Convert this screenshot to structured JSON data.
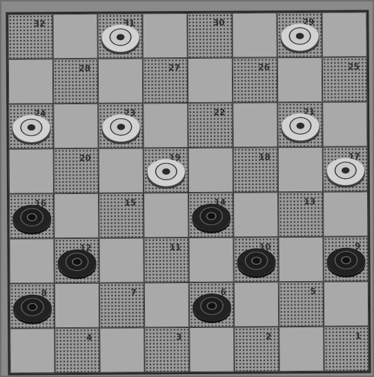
{
  "board": {
    "squares": [
      {
        "n": "32",
        "piece": ""
      },
      {
        "n": "31",
        "piece": "white"
      },
      {
        "n": "30",
        "piece": ""
      },
      {
        "n": "29",
        "piece": "white"
      },
      {
        "n": "28",
        "piece": ""
      },
      {
        "n": "27",
        "piece": ""
      },
      {
        "n": "26",
        "piece": ""
      },
      {
        "n": "25",
        "piece": ""
      },
      {
        "n": "24",
        "piece": "white"
      },
      {
        "n": "23",
        "piece": "white"
      },
      {
        "n": "22",
        "piece": ""
      },
      {
        "n": "21",
        "piece": "white"
      },
      {
        "n": "20",
        "piece": ""
      },
      {
        "n": "19",
        "piece": "white"
      },
      {
        "n": "18",
        "piece": ""
      },
      {
        "n": "17",
        "piece": "white"
      },
      {
        "n": "16",
        "piece": "black"
      },
      {
        "n": "15",
        "piece": ""
      },
      {
        "n": "14",
        "piece": "black"
      },
      {
        "n": "13",
        "piece": ""
      },
      {
        "n": "12",
        "piece": "black"
      },
      {
        "n": "11",
        "piece": ""
      },
      {
        "n": "10",
        "piece": "black"
      },
      {
        "n": "9",
        "piece": "black"
      },
      {
        "n": "8",
        "piece": "black"
      },
      {
        "n": "7",
        "piece": ""
      },
      {
        "n": "6",
        "piece": "black"
      },
      {
        "n": "5",
        "piece": ""
      },
      {
        "n": "4",
        "piece": ""
      },
      {
        "n": "3",
        "piece": ""
      },
      {
        "n": "2",
        "piece": ""
      },
      {
        "n": "1",
        "piece": ""
      }
    ]
  }
}
